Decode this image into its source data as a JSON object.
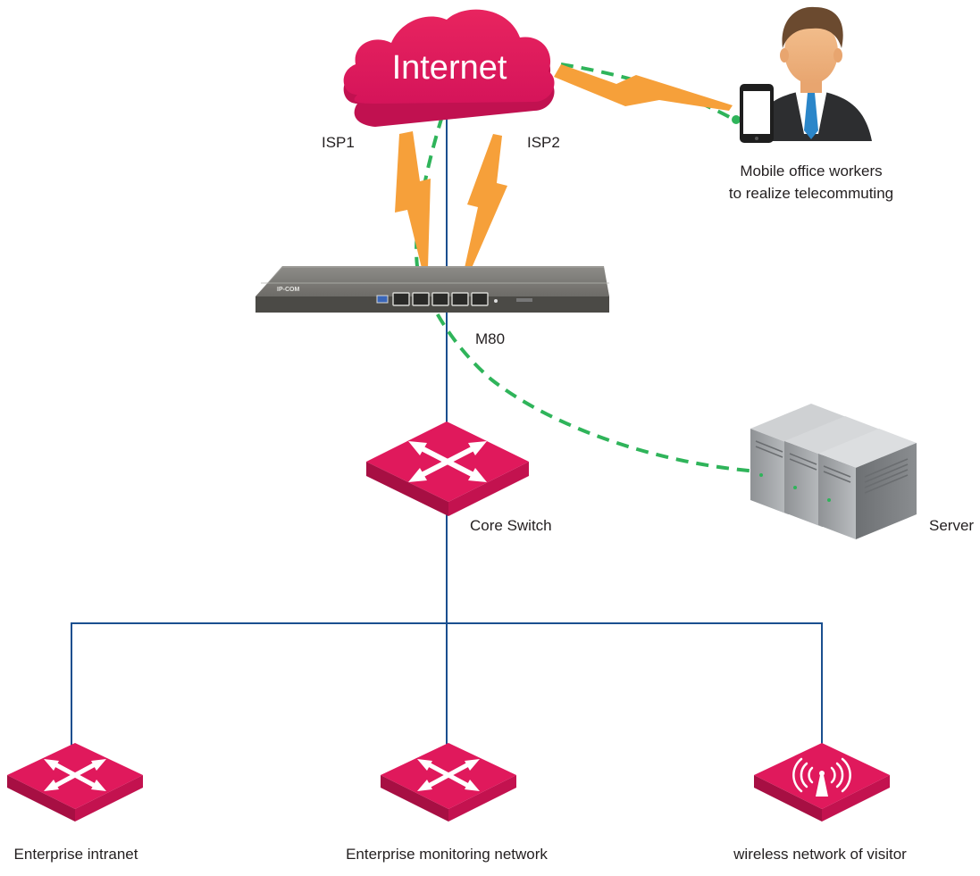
{
  "nodes": {
    "internet": "Internet",
    "router_brand": "IP-COM",
    "router": "M80",
    "core_switch": "Core Switch",
    "server": "Server",
    "mobile_line1": "Mobile office workers",
    "mobile_line2": "to realize telecommuting",
    "intranet": "Enterprise intranet",
    "monitoring": "Enterprise monitoring network",
    "wireless": "wireless network of visitor"
  },
  "links": {
    "isp1": "ISP1",
    "isp2": "ISP2"
  },
  "colors": {
    "cloud": "#e0195c",
    "switch": "#e0195c",
    "link": "#1a4f8f",
    "lightning": "#f6a03a",
    "vpn": "#2fb45a"
  }
}
